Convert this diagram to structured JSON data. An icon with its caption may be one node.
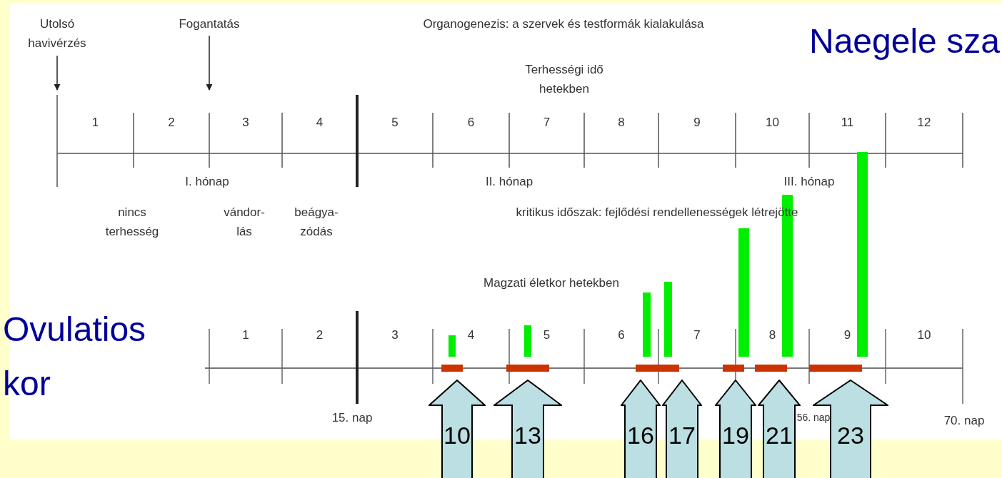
{
  "diagram": {
    "nodes": [
      {
        "text": [
          "Utolsó havivérzés"
        ]
      },
      {
        "text": [
          "Fogantatás"
        ]
      },
      {
        "text": [
          "10"
        ]
      },
      {
        "text": [
          "13"
        ]
      },
      {
        "text": [
          "16"
        ]
      },
      {
        "text": [
          "17"
        ]
      },
      {
        "text": [
          "19"
        ]
      },
      {
        "text": [
          "21"
        ]
      },
      {
        "text": [
          "23"
        ]
      }
    ],
    "edges": [
      {
        "from": 0,
        "to": null,
        "arrow": "to"
      },
      {
        "from": 1,
        "to": null,
        "arrow": "to"
      }
    ],
    "labels": [
      "Organogenezis: a szervek és testformák kialakulása",
      "Naegele sza",
      "Terhességi idő hetekben",
      "1",
      "2",
      "3",
      "4",
      "5",
      "6",
      "7",
      "8",
      "9",
      "10",
      "11",
      "12",
      "I. hónap",
      "II. hónap",
      "III. hónap",
      "nincs terhesség",
      "vándor- lás",
      "beágya- zódás",
      "kritikus időszak: fejlődési rendellenességek létrejötte",
      "Magzati életkor hetekben",
      "Ovulatios kor",
      "1",
      "2",
      "3",
      "4",
      "5",
      "6",
      "7",
      "8",
      "9",
      "10",
      "15. nap",
      "56. nap",
      "70. nap"
    ]
  }
}
